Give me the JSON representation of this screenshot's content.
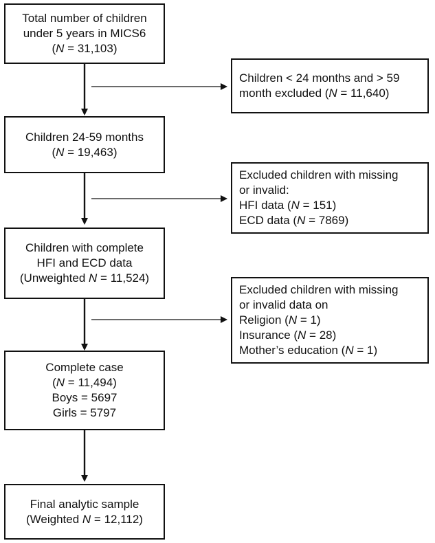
{
  "main_boxes": [
    {
      "lines": [
        [
          "Total number of children"
        ],
        [
          "under 5 years in MICS6"
        ],
        [
          "(",
          "N",
          " = 31,103)"
        ]
      ]
    },
    {
      "lines": [
        [
          "Children 24-59 months"
        ],
        [
          "(",
          "N",
          " = 19,463)"
        ]
      ]
    },
    {
      "lines": [
        [
          "Children with complete"
        ],
        [
          "HFI and ECD data"
        ],
        [
          "(Unweighted ",
          "N",
          " = 11,524)"
        ]
      ]
    },
    {
      "lines": [
        [
          "Complete case"
        ],
        [
          "(",
          "N",
          " = 11,494)"
        ],
        [
          "Boys = 5697"
        ],
        [
          "Girls = 5797"
        ]
      ]
    },
    {
      "lines": [
        [
          "Final analytic sample"
        ],
        [
          "(Weighted ",
          "N",
          " = 12,112)"
        ]
      ]
    }
  ],
  "side_boxes": [
    {
      "lines": [
        [
          "Children < 24 months and > 59"
        ],
        [
          "month excluded (",
          "N",
          " = 11,640)"
        ]
      ]
    },
    {
      "lines": [
        [
          "Excluded children with missing"
        ],
        [
          "or invalid:"
        ],
        [
          "HFI data (",
          "N",
          " = 151)"
        ],
        [
          "ECD data (",
          "N",
          " = 7869)"
        ]
      ]
    },
    {
      "lines": [
        [
          "Excluded children with missing"
        ],
        [
          "or invalid data on"
        ],
        [
          "Religion (",
          "N",
          " = 1)"
        ],
        [
          "Insurance (",
          "N",
          " = 28)"
        ],
        [
          "Mother’s education (",
          "N",
          " = 1)"
        ]
      ]
    }
  ]
}
